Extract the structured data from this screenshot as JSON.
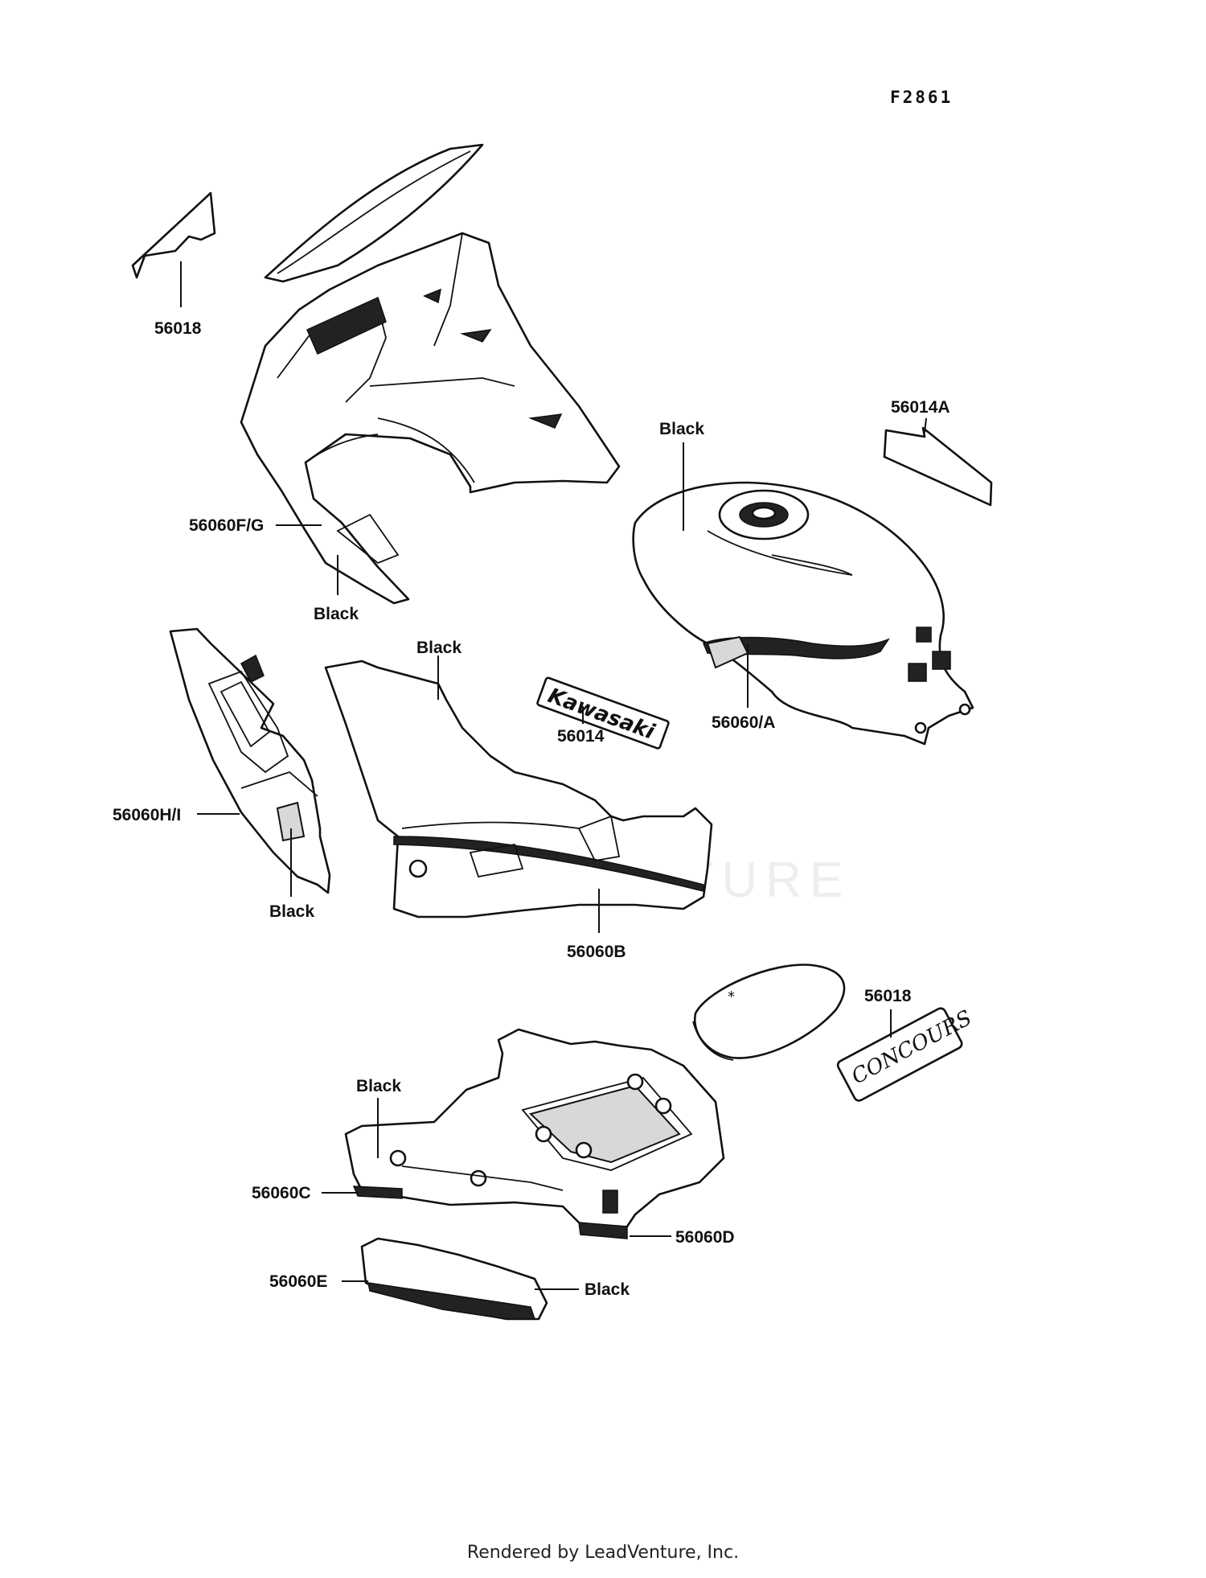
{
  "figure_code": "F2861",
  "watermark": "LEADVENTURE",
  "footer": "Rendered by LeadVenture, Inc.",
  "decal_kawasaki": "Kawasaki",
  "decal_concours": "CONCOURS",
  "parts": {
    "p56018_top": "56018",
    "p56060fg": "56060F/G",
    "p56014a": "56014A",
    "p56014": "56014",
    "p56060a": "56060/A",
    "p56060hi": "56060H/I",
    "p56060b": "56060B",
    "p56018_right": "56018",
    "p56060c": "56060C",
    "p56060d": "56060D",
    "p56060e": "56060E"
  },
  "colors": {
    "black_1": "Black",
    "black_2": "Black",
    "black_3": "Black",
    "black_4": "Black",
    "black_5": "Black",
    "black_6": "Black"
  }
}
